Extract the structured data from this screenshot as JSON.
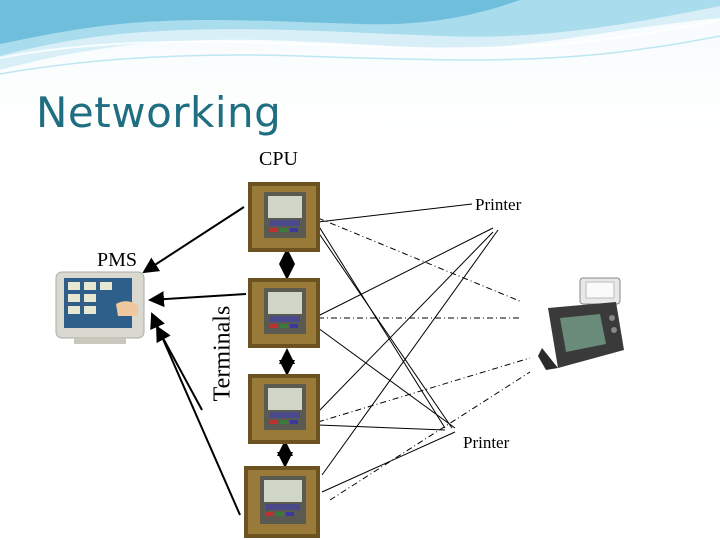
{
  "slide": {
    "title": "Networking",
    "labels": {
      "cpu": "CPU",
      "printer_top": "Printer",
      "pms": "PMS",
      "terminals": "Terminals",
      "printer_bottom": "Printer"
    }
  },
  "colors": {
    "title": "#1f6e82",
    "wave_light": "#bfe6f3",
    "wave_mid": "#7cc6df",
    "wave_dark": "#3fa6c8",
    "line": "#000000",
    "terminal_frame": "#8a6a2e",
    "terminal_screen": "#cfd6c8"
  }
}
